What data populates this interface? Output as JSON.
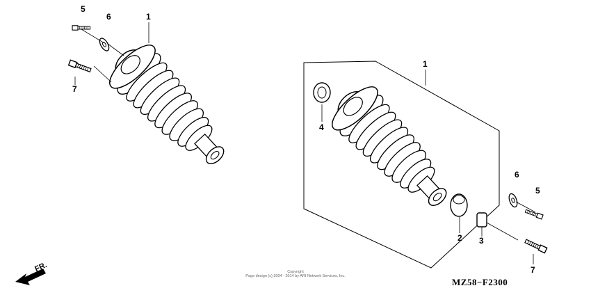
{
  "callouts": {
    "left": {
      "bolt_top": "5",
      "washer": "6",
      "shock": "1",
      "bolt_bottom": "7"
    },
    "right": {
      "shock": "1",
      "bushing_top": "4",
      "washer": "6",
      "bolt_top": "5",
      "bushing_bottom": "2",
      "collar": "3",
      "bolt_bottom": "7"
    }
  },
  "diagram_code": "MZ58−F2300",
  "direction_label": "FR.",
  "copyright": {
    "line1": "Copyright",
    "line2": "Page design (c) 2004 - 2014 by ARI Network Services, Inc."
  }
}
